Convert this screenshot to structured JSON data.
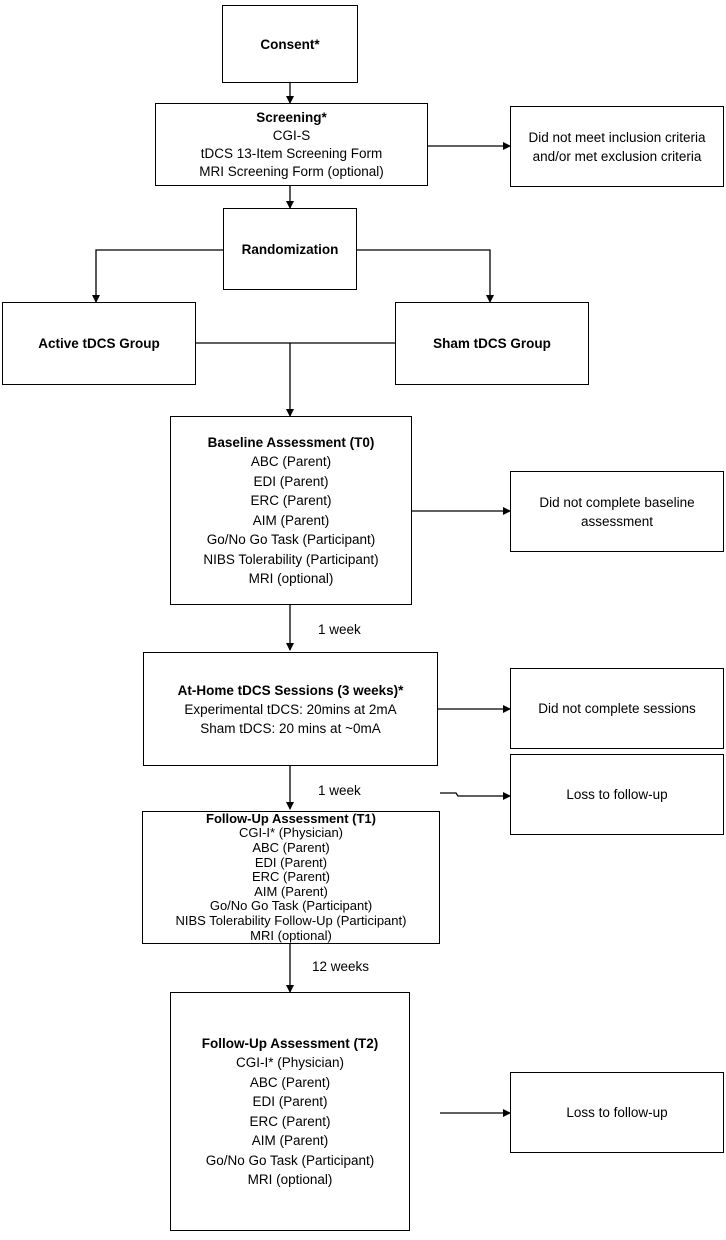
{
  "consent": {
    "title": "Consent*"
  },
  "screening": {
    "title": "Screening*",
    "lines": [
      "CGI-S",
      "tDCS 13-Item Screening Form",
      "MRI Screening Form (optional)"
    ]
  },
  "screening_exclusion": {
    "lines": [
      "Did not meet inclusion criteria",
      "and/or met exclusion criteria"
    ]
  },
  "randomization": {
    "title": "Randomization"
  },
  "active_group": {
    "title": "Active tDCS Group"
  },
  "sham_group": {
    "title": "Sham tDCS Group"
  },
  "baseline": {
    "title": "Baseline Assessment (T0)",
    "lines": [
      "ABC (Parent)",
      "EDI (Parent)",
      "ERC (Parent)",
      "AIM (Parent)",
      "Go/No Go Task (Participant)",
      "NIBS Tolerability (Participant)",
      "MRI (optional)"
    ]
  },
  "baseline_exclusion": {
    "lines": [
      "Did not complete baseline",
      "assessment"
    ]
  },
  "interval_1": "1 week",
  "sessions": {
    "title": "At-Home tDCS Sessions (3 weeks)*",
    "lines": [
      "Experimental tDCS: 20mins at 2mA",
      "Sham tDCS: 20 mins at ~0mA"
    ]
  },
  "sessions_exclusion": {
    "lines": [
      "Did not complete sessions"
    ]
  },
  "interval_2": "1 week",
  "followup_t1": {
    "title": "Follow-Up Assessment (T1)",
    "lines": [
      "CGI-I* (Physician)",
      "ABC (Parent)",
      "EDI (Parent)",
      "ERC (Parent)",
      "AIM (Parent)",
      "Go/No Go Task (Participant)",
      "NIBS Tolerability Follow-Up (Participant)",
      "MRI (optional)"
    ]
  },
  "t1_exclusion": {
    "lines": [
      "Loss to follow-up"
    ]
  },
  "interval_3": "12 weeks",
  "followup_t2": {
    "title": "Follow-Up Assessment (T2)",
    "lines": [
      "CGI-I* (Physician)",
      "ABC (Parent)",
      "EDI (Parent)",
      "ERC (Parent)",
      "AIM (Parent)",
      "Go/No Go Task (Participant)",
      "MRI (optional)"
    ]
  },
  "t2_exclusion": {
    "lines": [
      "Loss to follow-up"
    ]
  }
}
